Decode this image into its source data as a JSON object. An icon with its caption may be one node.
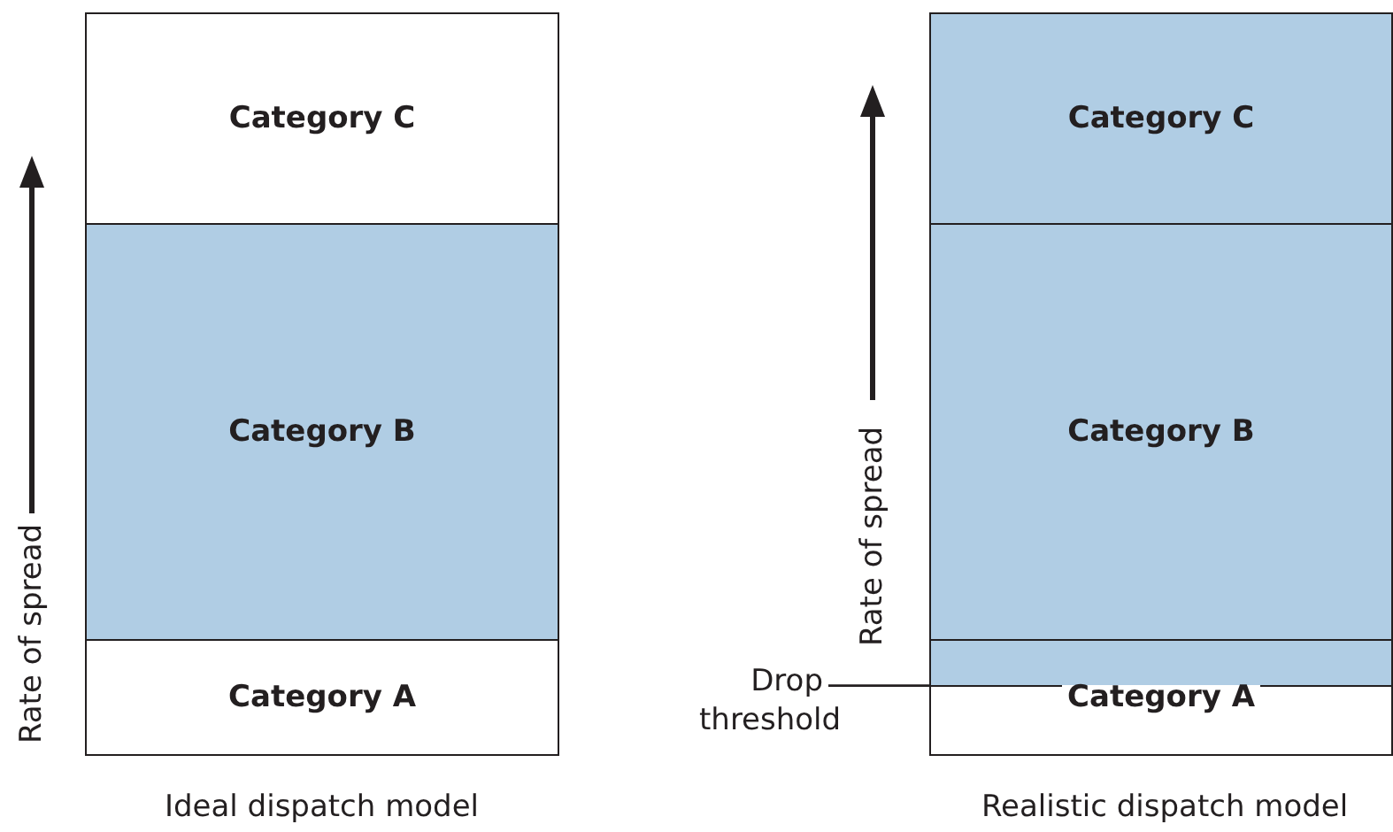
{
  "diagram": {
    "nodes": [
      {
        "text": [
          "Category C"
        ]
      },
      {
        "text": [
          "Category B"
        ]
      },
      {
        "text": [
          "Category A"
        ]
      },
      {
        "text": [
          "Category C"
        ]
      },
      {
        "text": [
          "Category B"
        ]
      },
      {
        "text": [
          "Category A"
        ]
      },
      {
        "text": [
          "Drop threshold"
        ]
      },
      {
        "text": [],
        "shape": "bar",
        "in": 5
      }
    ],
    "edges": [
      {
        "from": 6,
        "to": 7,
        "arrow": "none"
      }
    ],
    "labels": [
      "Rate of spread",
      "Ideal dispatch model",
      "Rate of spread",
      "Realistic dispatch model"
    ]
  }
}
